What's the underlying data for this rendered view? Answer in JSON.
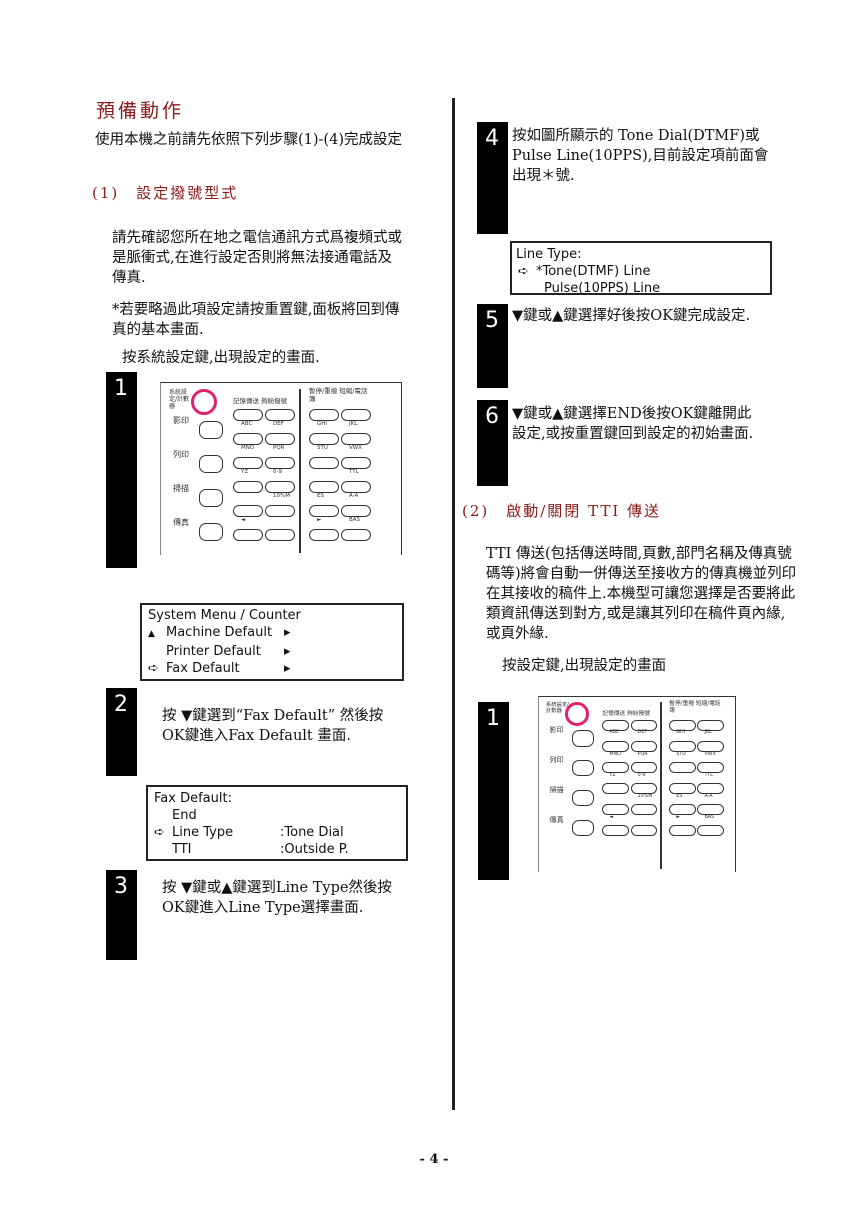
{
  "page_title": "預備動作",
  "intro": "使用本機之前請先依照下列步驟(1)-(4)完成設定",
  "section1": {
    "title": "(1)　設定撥號型式",
    "para1": "請先確認您所在地之電信通訊方式爲複頻式或是脈衝式,在進行設定否則將無法接通電話及傳真.",
    "para2": "*若要略過此項設定請按重置鍵,面板將回到傳真的基本畫面.",
    "para3": "按系統設定鍵,出現設定的畫面."
  },
  "panel": {
    "label_system": "系統設定/計數器",
    "label_copy": "影印",
    "label_print": "列印",
    "label_scan": "掃描",
    "label_fax": "傳真",
    "label_memory": "記憶傳送",
    "label_prog": "夠紛撥號",
    "label_pause": "暫停/重撥",
    "label_speed": "短縮/電話簿",
    "keys_row1": [
      "ABC",
      "DEF",
      "GHI",
      "JKL"
    ],
    "keys_row2": [
      "MNO",
      "PQR",
      "STU",
      "VWX"
    ],
    "keys_row3": [
      "YZ",
      "0-9",
      "",
      "TTL"
    ],
    "keys_row4": [
      "",
      "10%M",
      "ES",
      "A-A"
    ],
    "keys_row5": [
      "◄",
      "",
      "►",
      "BAS"
    ]
  },
  "step1": {
    "num": "1"
  },
  "lcd_system": {
    "title": "System Menu / Counter",
    "items": [
      "Machine Default",
      "Printer Default",
      "Fax Default"
    ],
    "arrow": "▸",
    "indicator_top": "▲",
    "pointer": "➪"
  },
  "step2": {
    "num": "2",
    "text": "按 ▼鍵選到“Fax Default” 然後按OK鍵進入Fax Default 畫面."
  },
  "lcd_fax": {
    "title": "Fax Default:",
    "rows": [
      {
        "label": "End",
        "value": ""
      },
      {
        "label": "Line Type",
        "value": ":Tone Dial"
      },
      {
        "label": "TTI",
        "value": ":Outside P."
      }
    ],
    "pointer": "➪"
  },
  "step3": {
    "num": "3",
    "text": "按 ▼鍵或▲鍵選到Line Type然後按OK鍵進入Line Type選擇畫面."
  },
  "step4": {
    "num": "4",
    "text": "按如圖所顯示的 Tone Dial(DTMF)或Pulse Line(10PPS),目前設定項前面會出現＊號."
  },
  "lcd_line": {
    "title": "Line Type:",
    "rows": [
      "*Tone(DTMF) Line",
      "Pulse(10PPS) Line"
    ],
    "pointer": "➪"
  },
  "step5": {
    "num": "5",
    "text": "▼鍵或▲鍵選擇好後按OK鍵完成設定."
  },
  "step6": {
    "num": "6",
    "text": "▼鍵或▲鍵選擇END後按OK鍵離開此設定,或按重置鍵回到設定的初始畫面."
  },
  "section2": {
    "title": "(2)　啟動/關閉 TTI 傳送",
    "para1": "TTI 傳送(包括傳送時間,頁數,部門名稱及傳真號碼等)將會自動一併傳送至接收方的傳真機並列印在其接收的稿件上.本機型可讓您選擇是否要將此類資訊傳送到對方,或是讓其列印在稿件頁內緣,或頁外緣.",
    "para2": "按設定鍵,出現設定的畫面"
  },
  "step1b": {
    "num": "1"
  },
  "page_number": "- 4 -"
}
